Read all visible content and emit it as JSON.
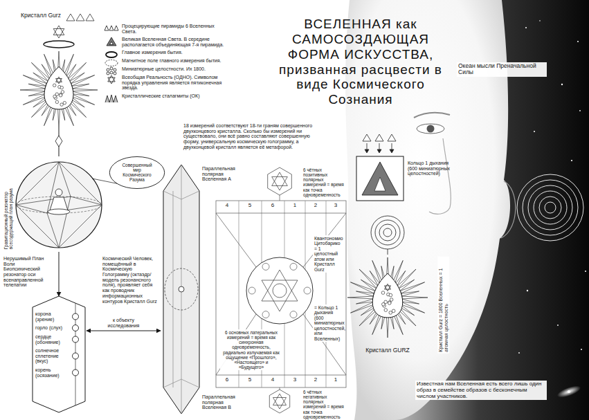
{
  "diagram": {
    "title": "ВСЕЛЕННАЯ как САМОСОЗДАЮЩАЯ ФОРМА ИСКУССТВА, призванная расцвести в виде Космического Сознания",
    "nodes": [
      {
        "text": [
          "Кристалл Gurz"
        ]
      },
      {
        "text": [
          "Совершенный мир Космического Разума"
        ]
      },
      {
        "text": [
          "корона (зрение)",
          "горло (слух)",
          "сердце (обоняние)",
          "солнечное сплетение (вкус)",
          "корень (осязание)"
        ]
      },
      {
        "text": [
          "Параллельная полярная Вселенная A",
          "Параллельная полярная Вселенная B"
        ]
      },
      {
        "text": [
          "Кольцо 1 дыхания (600 миниатюрных целостностей)"
        ]
      },
      {
        "text": [
          "Кристалл GURZ"
        ]
      }
    ],
    "edges": [
      {
        "from": 0,
        "to": 1,
        "arrow": "none"
      },
      {
        "from": 1,
        "to": 2,
        "arrow": "to"
      },
      {
        "from": 2,
        "to": 3,
        "arrow": "both",
        "label": "к объекту исследования"
      }
    ],
    "labels": [
      "18 измерений соответствуют 18-ти граням совершенного двухконцевого кристалла. Сколько бы измерений ни существовало, они всё равно составляют совершенную форму, универсальную космическую голограмму, а двухконцевой кристалл является её метафорой.",
      "Океан мысли Преначальной Силы",
      "Гравитационный резонатор всесодержащий план разума",
      "Нерушимый План Воли Биопсихический резонатор оси всенаправленной телепатии",
      "Космический Человек, помещённый в Космическую Голограмму (октаэдр/модель резонансного поля), проявляет себя как проводник информационных контуров Кристалл Gurz",
      "6 чётных позитивных полярных измерений = время как точка одновременность",
      "4",
      "5",
      "6",
      "1",
      "2",
      "3",
      "6 основных латеральных измерений = время как синхронная одновременность, радиально излучаемая как ощущение «Прошлого», «Настоящего» и «Будущего»",
      "6",
      "5",
      "4",
      "3",
      "2",
      "1",
      "6 чётных негативных полярных измерений = время как точка одновременность",
      "Квантономио Цитобарико = 1 целостный атом или Кристалл Gurz",
      "= Кольцо 1 дыхания (600 миниатюрных целостностей, или Вселенных)",
      "Кристалл Gurz = 1800 Вселенных = 1 атомная целостность",
      "Известная нам Вселенная есть всего лишь один образ в семействе образов с бесконечным числом участников."
    ],
    "legend": [
      {
        "text": "Процецирующие пирамиды 6 Вселенных Света."
      },
      {
        "text": "Великая Вселенная Света. В середине располагается объединяющая 7-я пирамида."
      },
      {
        "text": "Главное измерения бытия."
      },
      {
        "text": "Магнитное поле главного измерения бытия."
      },
      {
        "text": "Миниатюрные целостности. Их 1800."
      },
      {
        "text": "Всеобщая Реальность (ОДНО). Символом порядка управления является пятиконечная звезда."
      },
      {
        "text": "Кристаллические сталагмиты (ОК)"
      }
    ]
  }
}
